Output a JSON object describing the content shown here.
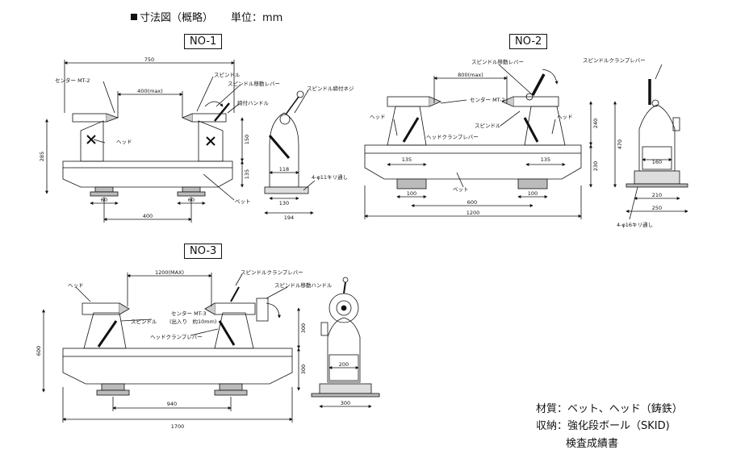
{
  "header": {
    "title": "寸法図（概略）",
    "unit": "単位：mm"
  },
  "no1": {
    "label": "NO-1",
    "dims": {
      "total": "750",
      "max": "400(max)",
      "height": "285",
      "h150": "150",
      "h135": "135",
      "foot1": "60",
      "foot2": "60",
      "span": "400",
      "side118": "118",
      "side130": "130",
      "side194": "194"
    },
    "labels": {
      "center": "センター MT-2",
      "spindle": "スピンドル",
      "lever": "スピンドル移動レバー",
      "handle": "締付ハンドル",
      "screw": "スピンドル締付ネジ",
      "head": "ヘッド",
      "bed": "ベット",
      "hole": "4-φ11キリ通し"
    }
  },
  "no2": {
    "label": "NO-2",
    "dims": {
      "max": "800(max)",
      "h240": "240",
      "h470": "470",
      "h230": "230",
      "w135a": "135",
      "w135b": "135",
      "w100a": "100",
      "w100b": "100",
      "span": "600",
      "total": "1200",
      "side160": "160",
      "side210": "210",
      "side250": "250"
    },
    "labels": {
      "lever": "スピンドル移動レバー",
      "clamp": "スピンドルクランプレバー",
      "head_l": "ヘッド",
      "head_r": "ヘッド",
      "center": "センター MT-2",
      "spindle": "スピンドル",
      "head_clamp": "ヘッドクランプレバー",
      "bed": "ベット",
      "hole": "4-φ16キリ通し"
    }
  },
  "no3": {
    "label": "NO-3",
    "dims": {
      "max": "1200(MAX)",
      "height": "600",
      "h300a": "300",
      "h300b": "300",
      "span": "940",
      "total": "1700",
      "side200": "200",
      "side300": "300"
    },
    "labels": {
      "head": "ヘッド",
      "clamp": "スピンドルクランプレバー",
      "handle": "スピンドル移動ハンドル",
      "center": "センター MT-3",
      "stroke": "(出入り　約10mm)",
      "spindle": "スピンドル",
      "head_clamp": "ヘッドクランプレバー"
    }
  },
  "notes": {
    "material": "材質：ベット、ヘッド（鋳鉄）",
    "storage": "収納：強化段ボール（SKID)",
    "report": "検査成績書"
  }
}
